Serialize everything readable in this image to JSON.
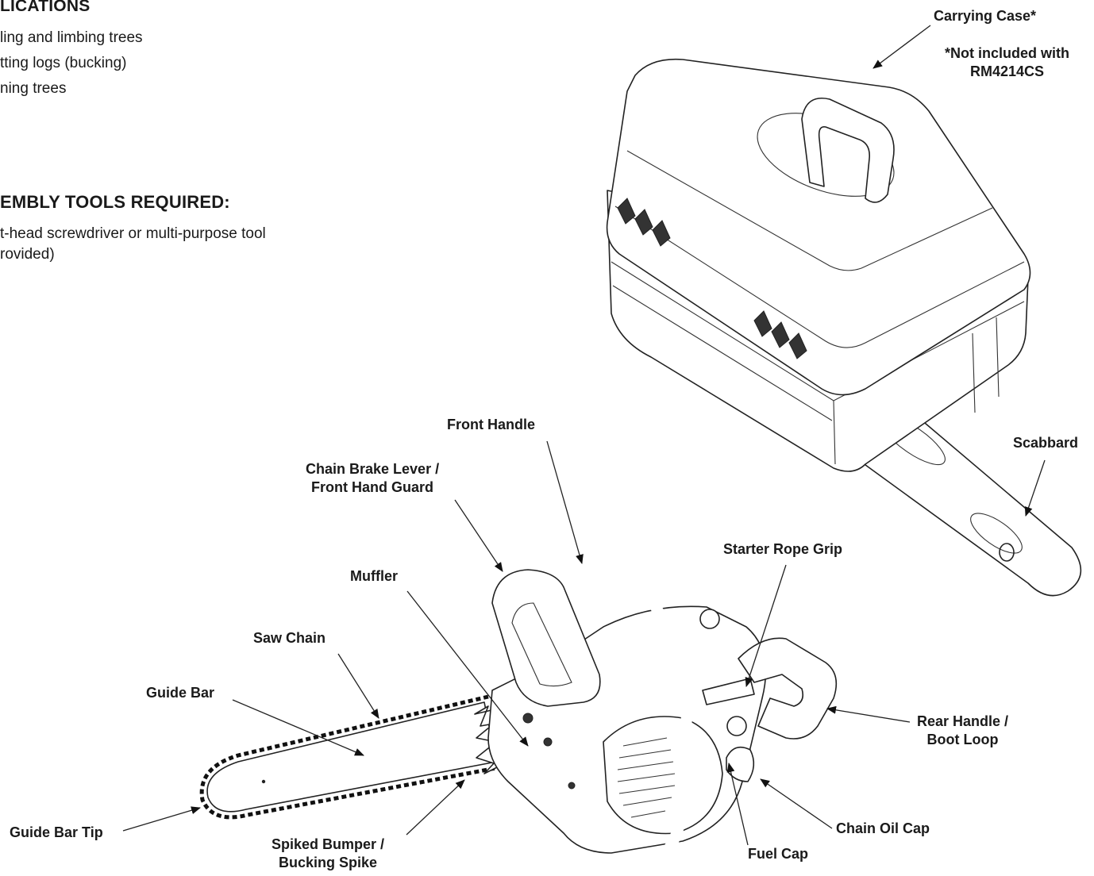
{
  "applications": {
    "heading": "LICATIONS",
    "items": [
      "ling and limbing trees",
      "tting logs (bucking)",
      "ning trees"
    ]
  },
  "tools": {
    "heading": "EMBLY TOOLS REQUIRED:",
    "lines": [
      "t-head screwdriver or multi-purpose tool",
      "rovided)"
    ]
  },
  "labels": {
    "carrying_case": "Carrying Case*",
    "note_line1": "*Not included with",
    "note_line2": "RM4214CS",
    "scabbard": "Scabbard",
    "front_handle": "Front Handle",
    "chain_brake_line1": "Chain Brake Lever /",
    "chain_brake_line2": "Front Hand Guard",
    "starter_rope_grip": "Starter Rope Grip",
    "muffler": "Muffler",
    "saw_chain": "Saw Chain",
    "guide_bar": "Guide Bar",
    "rear_handle_line1": "Rear Handle /",
    "rear_handle_line2": "Boot Loop",
    "guide_bar_tip": "Guide Bar Tip",
    "spiked_bumper_line1": "Spiked Bumper /",
    "spiked_bumper_line2": "Bucking Spike",
    "chain_oil_cap": "Chain Oil Cap",
    "fuel_cap": "Fuel Cap"
  },
  "icons": {
    "arrow": "arrowhead-icon"
  }
}
